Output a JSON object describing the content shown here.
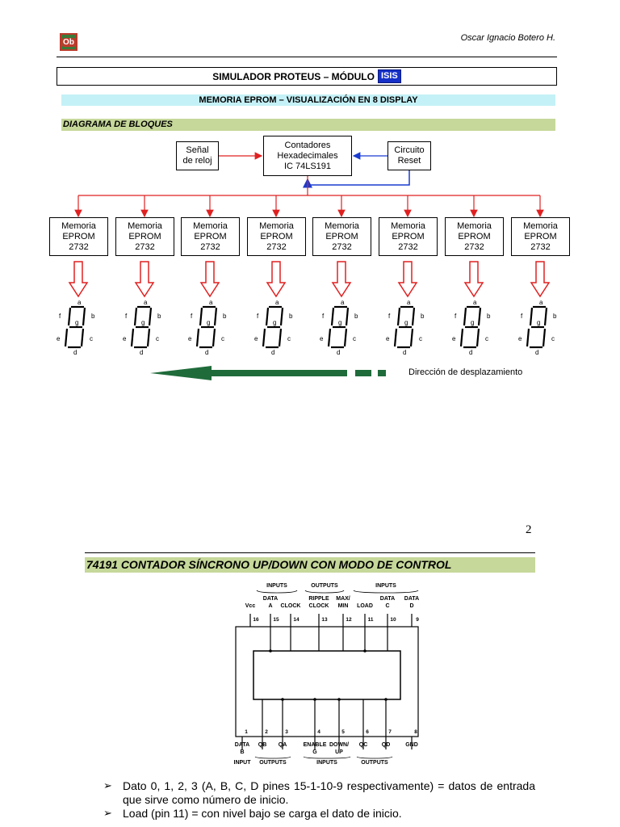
{
  "header": {
    "logo_text": "Ob",
    "author": "Oscar Ignacio Botero H."
  },
  "title": {
    "text": "SIMULADOR PROTEUS – MÓDULO",
    "badge": "ISIS"
  },
  "subtitle": "MEMORIA EPROM – VISUALIZACIÓN EN 8 DISPLAY",
  "section1": "DIAGRAMA DE BLOQUES",
  "diagram": {
    "clock": [
      "Señal",
      "de reloj"
    ],
    "counters": [
      "Contadores",
      "Hexadecimales",
      "IC 74LS191"
    ],
    "reset": [
      "Circuito",
      "Reset"
    ],
    "memory": [
      "Memoria",
      "EPROM",
      "2732"
    ],
    "memory_count": 8,
    "segments": {
      "a": "a",
      "b": "b",
      "c": "c",
      "d": "d",
      "e": "e",
      "f": "f",
      "g": "g"
    },
    "direction_label": "Dirección de desplazamiento"
  },
  "page_number": "2",
  "section2": "74191 CONTADOR SÍNCRONO UP/DOWN CON MODO DE CONTROL",
  "ic": {
    "top_groups": [
      "INPUTS",
      "OUTPUTS",
      "INPUTS"
    ],
    "top_labels": [
      "Vcc",
      "DATA\nA",
      "CLOCK",
      "RIPPLE\nCLOCK",
      "MAX/\nMIN",
      "LOAD",
      "DATA\nC",
      "DATA\nD"
    ],
    "top_pins": [
      "16",
      "15",
      "14",
      "13",
      "12",
      "11",
      "10",
      "9"
    ],
    "bottom_pins": [
      "1",
      "2",
      "3",
      "4",
      "5",
      "6",
      "7",
      "8"
    ],
    "bottom_labels": [
      "DATA\nB",
      "QB",
      "QA",
      "ENABLE\nG",
      "DOWN/\nUP",
      "QC",
      "QD",
      "GND"
    ],
    "bottom_groups": [
      "INPUT",
      "OUTPUTS",
      "INPUTS",
      "OUTPUTS"
    ]
  },
  "bullets": [
    "Dato 0, 1, 2, 3 (A, B, C, D pines 15-1-10-9 respectivamente) = datos de entrada que sirve como número de inicio.",
    "Load (pin 11) = con nivel bajo se carga el dato de inicio."
  ],
  "colors": {
    "red": "#e02020",
    "blue": "#1a3cd0",
    "green_dark": "#1f6b3a",
    "section_bg": "#c6d89a",
    "subtitle_bg": "#c4f1f7"
  }
}
